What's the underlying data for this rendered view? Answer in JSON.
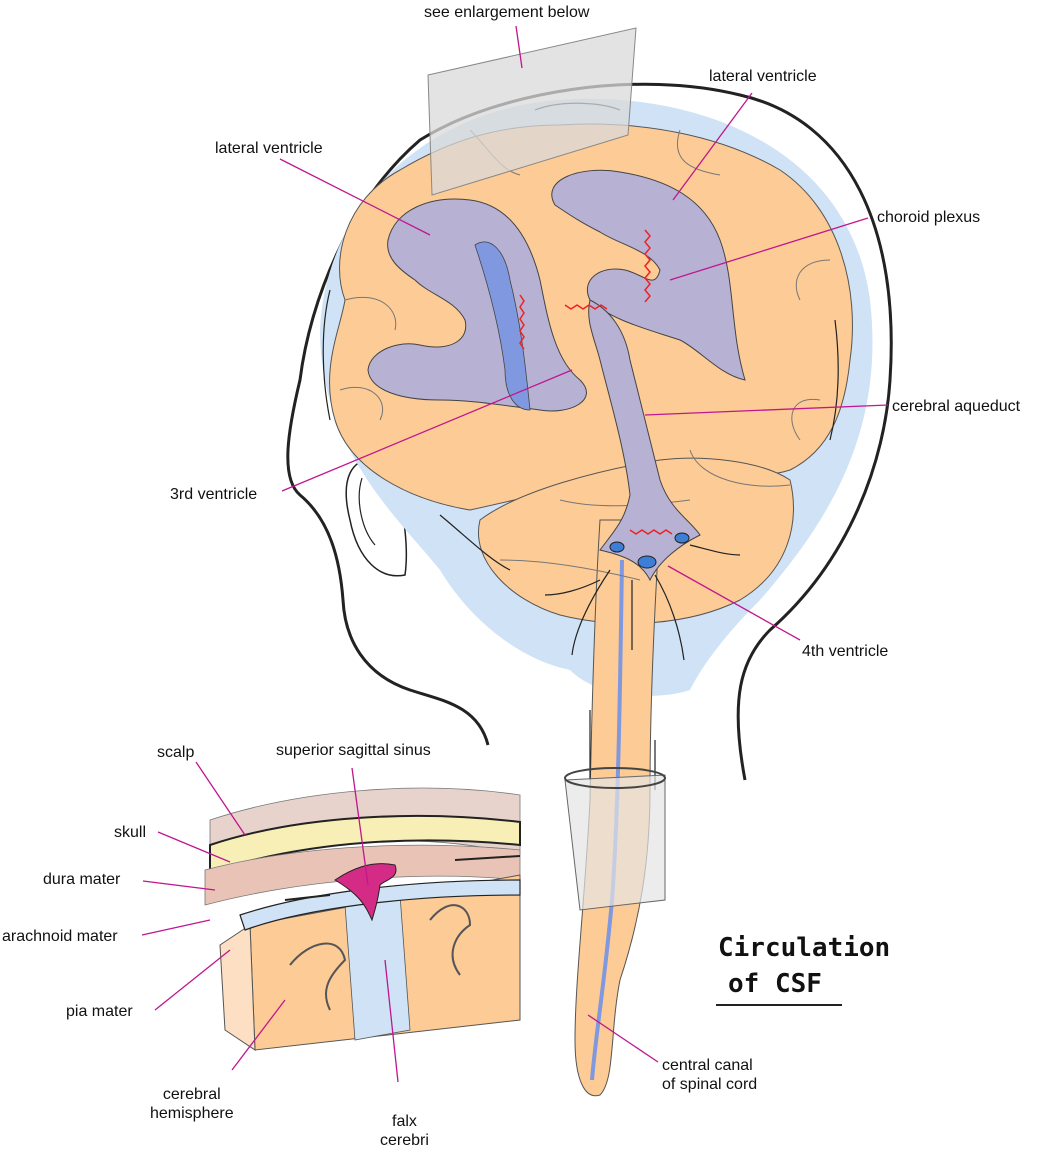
{
  "title": {
    "line1": "Circulation",
    "line2": "of CSF"
  },
  "labels": {
    "see_enlargement": "see enlargement below",
    "lateral_ventricle_right": "lateral ventricle",
    "lateral_ventricle_left": "lateral ventricle",
    "choroid_plexus": "choroid plexus",
    "cerebral_aqueduct": "cerebral aqueduct",
    "third_ventricle": "3rd ventricle",
    "fourth_ventricle": "4th ventricle",
    "central_canal": "central canal\nof spinal cord",
    "scalp": "scalp",
    "superior_sagittal_sinus": "superior sagittal sinus",
    "skull": "skull",
    "dura_mater": "dura mater",
    "arachnoid_mater": "arachnoid mater",
    "pia_mater": "pia mater",
    "cerebral_hemisphere": "cerebral\nhemisphere",
    "falx_cerebri": "falx\ncerebri"
  },
  "colors": {
    "brain": "#fdcb95",
    "csf": "#cfe2f6",
    "ventricle": "#b7b1d4",
    "ventricle_blue": "#7f98e0",
    "choroid": "#ee2222",
    "leader": "#c0178e",
    "sinus": "#d42c86",
    "dura": "#e9c4b6",
    "skull": "#f7efb6",
    "outline": "#222222"
  }
}
